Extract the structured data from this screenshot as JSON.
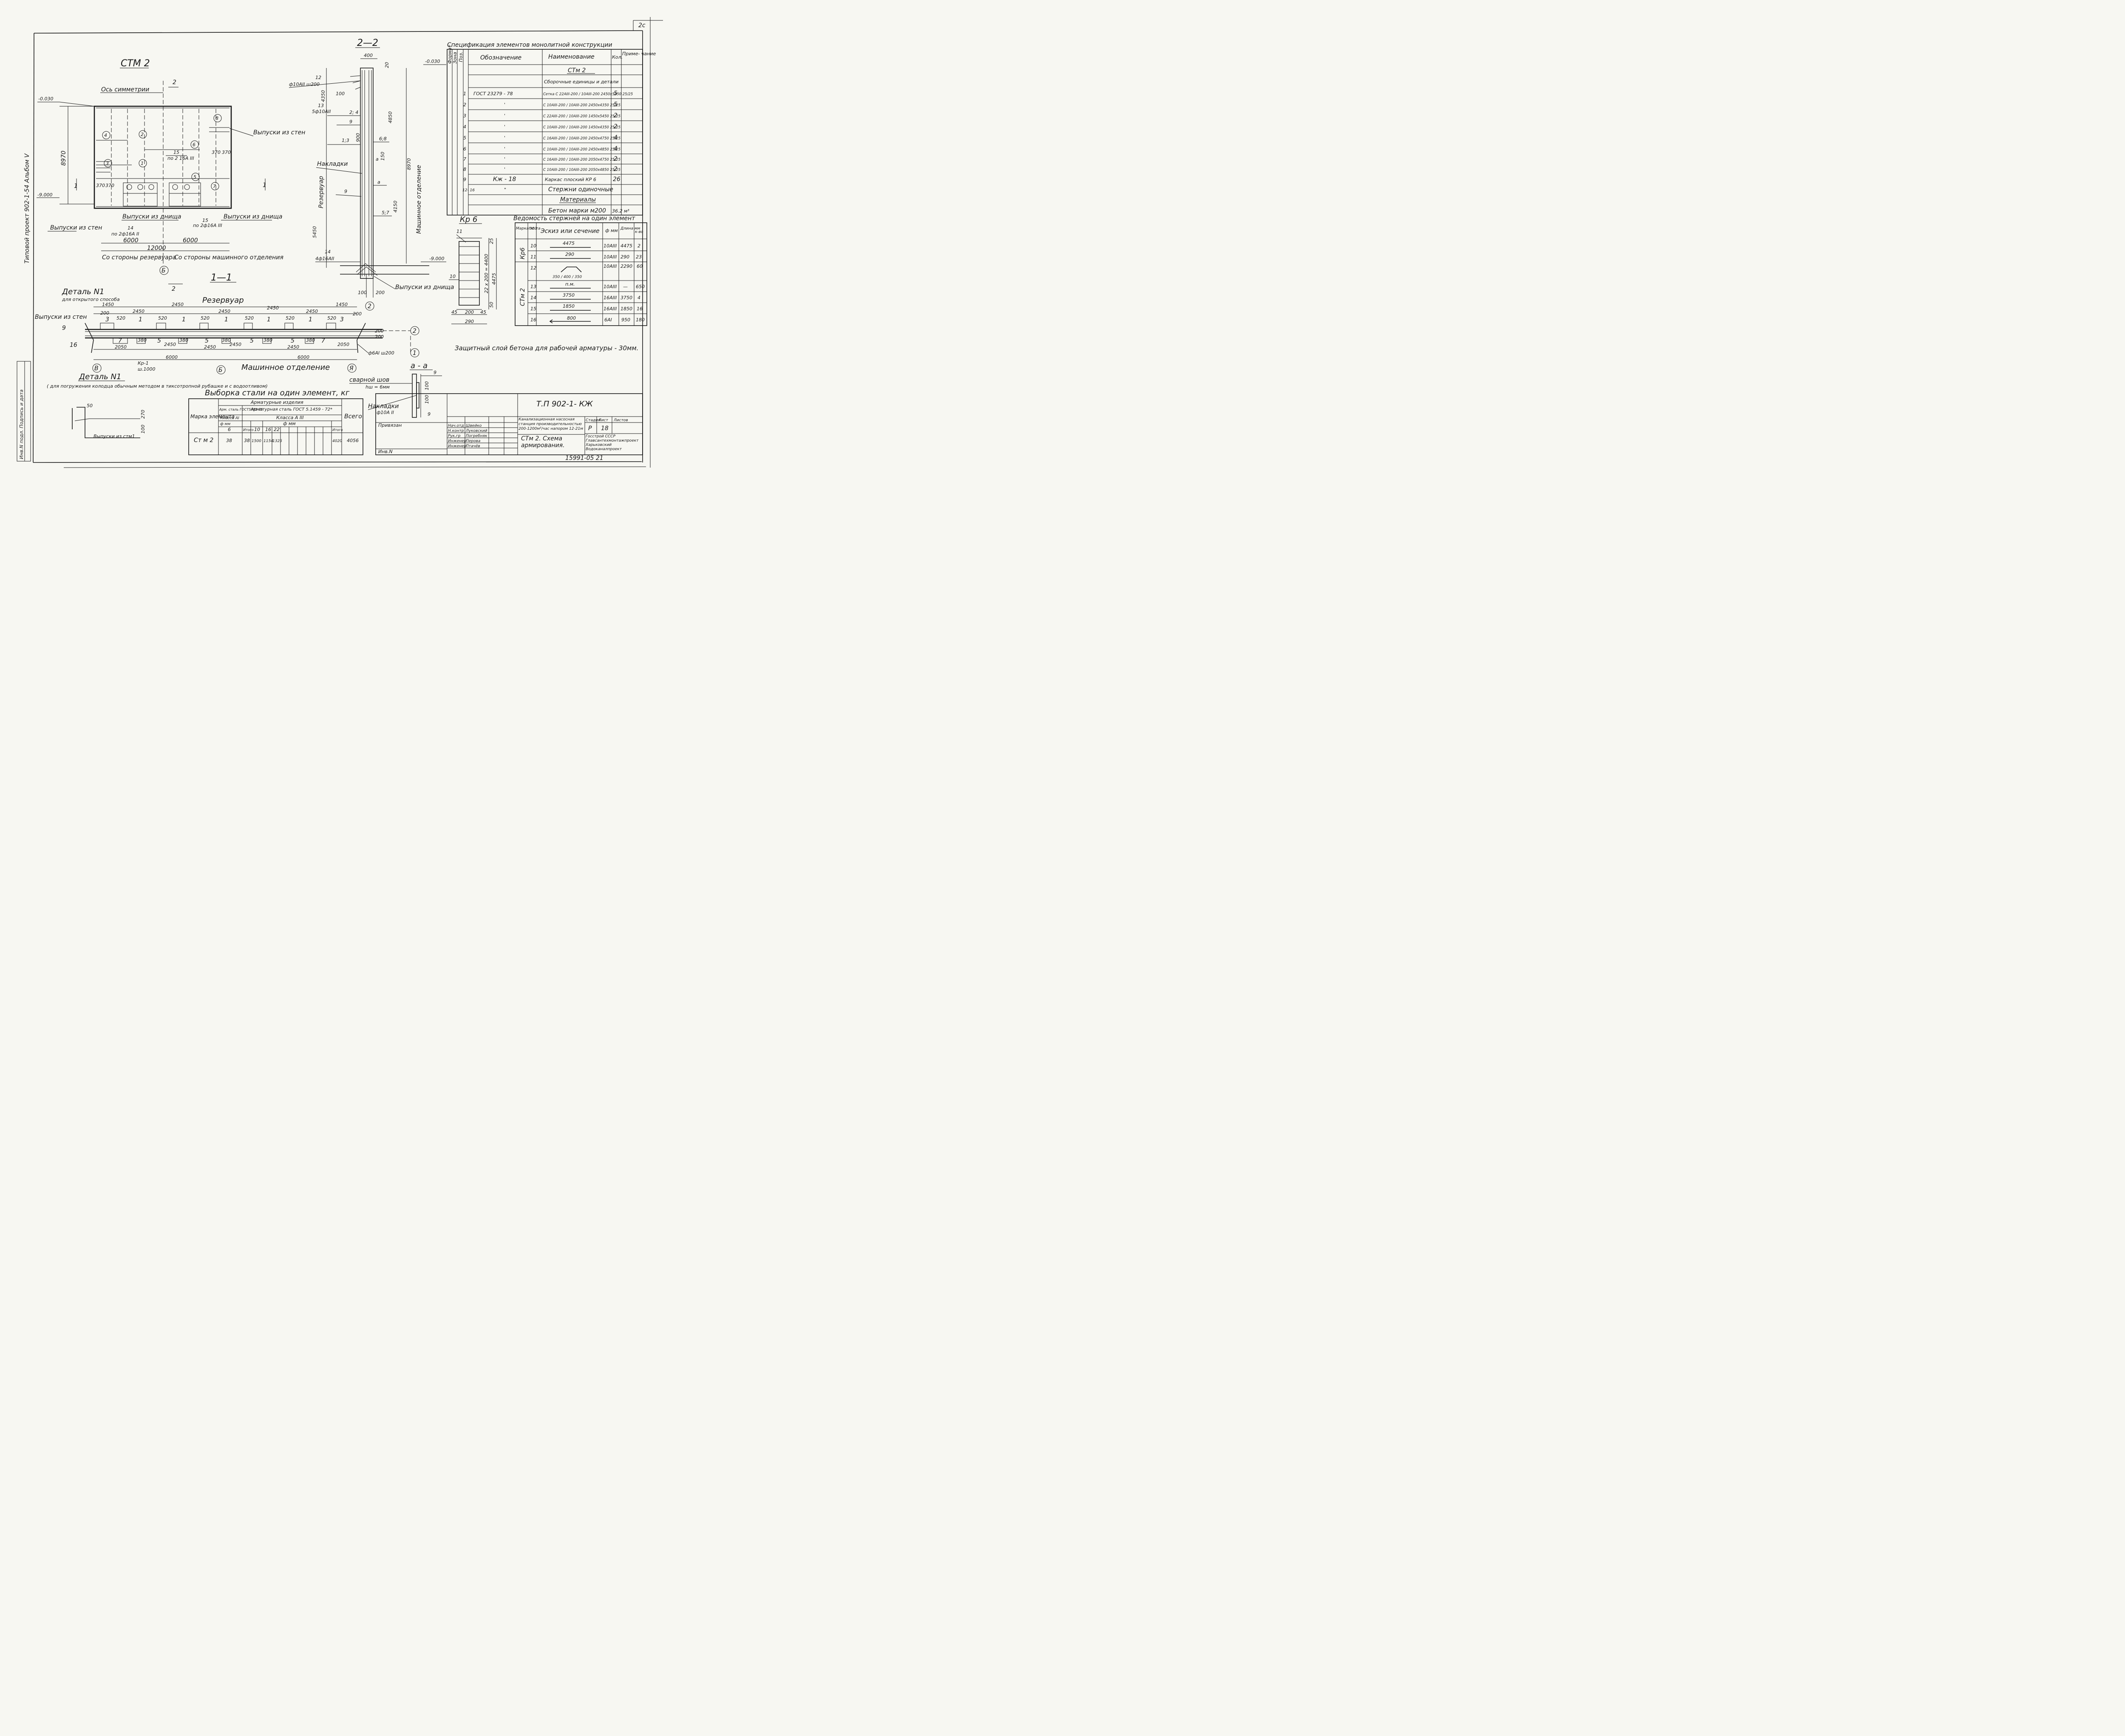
{
  "sheet_corner": "2c",
  "album_side": "Типовой проект 902-1-54   Альбом V",
  "plan": {
    "title": "СТМ 2",
    "section_22_marker": "2",
    "axis_label": "Ось симметрии",
    "elev_top": "-0.030",
    "elev_bottom": "-9.000",
    "height": "8970",
    "section_11_marker": "1",
    "vypuski_sten_right": "Выпуски из стен",
    "vypuski_sten_left": "Выпуски из стен",
    "vypuski_dnishcha_left": "Выпуски из днища",
    "vypuski_dnishcha_right": "Выпуски из днища",
    "dim_370a": "370",
    "dim_370b": "370",
    "dim_370c": "370",
    "dim_370d": "370",
    "pos_14": "14",
    "pos_14_note": "по 2ф16А II",
    "pos_15_top": "15",
    "pos_15_top_note": "по 2 16А III",
    "pos_15_bot": "15",
    "pos_15_bot_note": "по 2ф16А III",
    "dim_6000a": "6000",
    "dim_6000b": "6000",
    "dim_12000": "12000",
    "side_reservoir": "Со стороны резервуара",
    "side_machine": "Со стороны машинного отделения",
    "axis_b": "Б",
    "circles": [
      "8/1",
      "4/1",
      "2/1",
      "3/1",
      "6/4",
      "5/4",
      "7/1",
      "1/5"
    ]
  },
  "section22": {
    "title": "2—2",
    "dim_400": "400",
    "elev_top": "-0.030",
    "dim_20": "20",
    "pos_12": "12",
    "pos_12_note": "ф10АII ш200",
    "dim_4350": "4350",
    "dim_100": "100",
    "pos_13": "13",
    "pos_13_note": "5ф10АII",
    "pos_24": "2; 4",
    "pos_9a": "9",
    "pos_13b": "1;3",
    "dim_900": "900",
    "pos_68": "6;8",
    "dim_4850": "4850",
    "dim_150": "150",
    "mark_a1": "а",
    "dim_8970": "8970",
    "nakladki": "Накладки",
    "mark_a2": "а",
    "reservoir": "Резервуар",
    "pos_9b": "9",
    "machine": "Машинное отделение",
    "dim_5450": "5450",
    "pos_57": "5;7",
    "dim_4150": "4150",
    "pos_14": "14",
    "pos_14_note": "4ф16АII",
    "elev_bottom": "-9.000",
    "dim_100b": "100",
    "dim_200": "200",
    "vypuski": "Выпуски из днища",
    "axis_2": "2"
  },
  "section11": {
    "title": "1—1",
    "marker": "2",
    "detail1": "Деталь N1",
    "detail1_note": "для открытого способа",
    "reservoir": "Резервуар",
    "vypuski_sten": "Выпуски из стен",
    "pos_9": "9",
    "pos_16": "16",
    "top_dims": [
      "1450",
      "2450",
      "2450",
      "2450",
      "1450",
      "2450",
      "2450"
    ],
    "pos_3a": "3",
    "pos_3b": "3",
    "pos_1": [
      "1",
      "1",
      "1",
      "1",
      "1"
    ],
    "small_520": [
      "520",
      "520",
      "520",
      "520",
      "520",
      "520"
    ],
    "dim_200a": "200",
    "dim_200b": "200",
    "dim_200c": "200",
    "dim_200d": "200",
    "pos_7a": "7",
    "pos_7b": "7",
    "pos_5": [
      "5",
      "5",
      "5",
      "5"
    ],
    "small_380": [
      "380",
      "380",
      "380",
      "380",
      "380"
    ],
    "bot_dims": [
      "2050",
      "2450",
      "2450",
      "2450",
      "2450",
      "2050"
    ],
    "dim_6000a": "6000",
    "dim_6000b": "6000",
    "kr1": "Кр-1",
    "kr1_note": "ш.1000",
    "pos_f6": "ф6АI ш200",
    "machine": "Машинное отделение",
    "axis_v": "В",
    "axis_b": "Б",
    "axis_ya": "Я",
    "axis_2": "2",
    "axis_1": "1"
  },
  "detail1_bottom": {
    "title": "Деталь N1",
    "note": "( для погружения колодца обычным методом в тиксотропной рубашке и с водоотливом)",
    "dim_50": "50",
    "dim_270": "270",
    "dim_100": "100",
    "vypuski": "Выпуски из стм1"
  },
  "kr6": {
    "title": "Кр 6",
    "pos_11": "11",
    "pos_10": "10",
    "dim_25a": "25",
    "dim_22x200": "22 х 200 = 4400",
    "dim_4475": "4475",
    "dim_50": "50",
    "dim_45a": "45",
    "dim_200": "200",
    "dim_45b": "45",
    "dim_290": "290"
  },
  "section_aa": {
    "title": "а - а",
    "svarnoy": "сварной шов",
    "hw": "hш = 6мм",
    "pos_9a": "9",
    "pos_9b": "9",
    "dim_100a": "100",
    "dim_100b": "100",
    "nakladki": "Накладки",
    "nakladki_note": "ф10А II"
  },
  "spec": {
    "title": "Спецификация элементов монолитной конструкции",
    "headers": [
      "Формат",
      "Зона",
      "Поз.",
      "Обозначение",
      "Наименование",
      "Кол.",
      "Приме- чание"
    ],
    "group_title": "СТм 2",
    "subgroup": "Сборочные единицы и детали",
    "rows": [
      {
        "pos": "1",
        "ref": "ГОСТ 23279 - 78",
        "name": "Сетка С 22АIII-200 / 10АIII-200  2450х5450 25/25",
        "qty": "5"
      },
      {
        "pos": "2",
        "ref": "'",
        "name": "С 10АIII-200 / 10АIII-200  2450х4350 25/25",
        "qty": "5"
      },
      {
        "pos": "3",
        "ref": "'",
        "name": "С 22АIII-200 / 10АIII-200  1450х5450 25/25",
        "qty": "2"
      },
      {
        "pos": "4",
        "ref": "'",
        "name": "С 10АIII-200 / 10АIII-200  1450х4350 25/25",
        "qty": "2"
      },
      {
        "pos": "5",
        "ref": "'",
        "name": "С 16АIII-200 / 10АIII-200  2450х4750 25/25",
        "qty": "4"
      },
      {
        "pos": "6",
        "ref": "'",
        "name": "С 10АIII-200 / 10АIII-200  2450х4850 25/25",
        "qty": "4"
      },
      {
        "pos": "7",
        "ref": "'",
        "name": "С 16АIII-200 / 10АIII-200  2050х4750 25/25",
        "qty": "2"
      },
      {
        "pos": "8",
        "ref": "'",
        "name": "С 10АIII-200 / 10АIII-200  2050х4850 25/25",
        "qty": "2"
      },
      {
        "pos": "9",
        "ref": "Кж - 18",
        "name": "Каркас плоский   КР 6",
        "qty": "26"
      },
      {
        "pos": "12- 16",
        "ref": "\"",
        "name": "Стержни одиночные",
        "qty": ""
      }
    ],
    "materials": "Материалы",
    "concrete": "Бетон марки  м200",
    "concrete_qty": "36.2 м³"
  },
  "vedomost": {
    "title": "Ведомость стержней на один элемент",
    "headers": [
      "Марка эл-та",
      "поз",
      "Эскиз или сечение",
      "ф мм",
      "Длина мм",
      "к-во"
    ],
    "group_kr6": "Кр6",
    "group_stm2": "СТм 2",
    "rows": [
      {
        "pos": "10",
        "sketch": "4475",
        "d": "10АIII",
        "len": "4475",
        "qty": "2"
      },
      {
        "pos": "11",
        "sketch": "290",
        "d": "10АIII",
        "len": "290",
        "qty": "23"
      },
      {
        "pos": "12",
        "sketch": "350 / 400 / 350",
        "d": "10АIII",
        "len": "2290",
        "qty": "60"
      },
      {
        "pos": "13",
        "sketch": "п.м.",
        "d": "10АIII",
        "len": "—",
        "qty": "650"
      },
      {
        "pos": "14",
        "sketch": "3750",
        "d": "16АIII",
        "len": "3750",
        "qty": "4"
      },
      {
        "pos": "15",
        "sketch": "1850",
        "d": "16АIII",
        "len": "1850",
        "qty": "16"
      },
      {
        "pos": "16",
        "sketch": "800",
        "d": "6АI",
        "len": "950",
        "qty": "180"
      }
    ]
  },
  "note": "Защитный слой бетона для рабочей арматуры - 30мм.",
  "steel": {
    "title": "Выборка стали на один элемент, кг",
    "mark_header": "Марка элемента",
    "arm_header": "Арматурные изделия",
    "armstal": "Арм. сталь ГОСТ5781-75",
    "armstal_class": "Класса АI",
    "armstal_fmm": "ф мм",
    "armstal_d": "6",
    "armstal_itog": "Итого",
    "armstal2": "Арматурная сталь ГОСТ 5.1459 - 72*",
    "class_a3": "Класса А III",
    "fmm": "ф мм",
    "diams": [
      "10",
      "16",
      "22"
    ],
    "itog": "Итого",
    "total": "Всего",
    "row_mark": "Ст м 2",
    "row_v1": "38",
    "row_v1_itog": "38",
    "row_vals": [
      "1500",
      "1154",
      "1325"
    ],
    "row_itog": "4020",
    "row_total": "4056"
  },
  "stamp": {
    "code": "Т.П 902-1-  КЖ",
    "project": "Канализационная насосная станция производительностью 200-1200м³/час напором 12-21м",
    "title": "СТм 2.  Схема армирования.",
    "stage_h": "Стадия",
    "list_h": "Лист",
    "lists_h": "Листов",
    "stage": "Р",
    "list": "18",
    "org": "Госстрой СССР Главсантехмонтажпроект Харьковский Водоканалпроект",
    "roles": [
      {
        "role": "Нач.отд",
        "name": "Швейко"
      },
      {
        "role": "Н.контр",
        "name": "Луковский"
      },
      {
        "role": "Рук.гр",
        "name": "Погребняк"
      },
      {
        "role": "Инженер",
        "name": "Перова"
      },
      {
        "role": "Инженер",
        "name": "Птачёв"
      }
    ],
    "privyazan": "Привязан",
    "inv": "Инв.N"
  },
  "bottom_number": "15991-05   21",
  "left_stamp": "Инв.N подл.   Подпись и дата"
}
